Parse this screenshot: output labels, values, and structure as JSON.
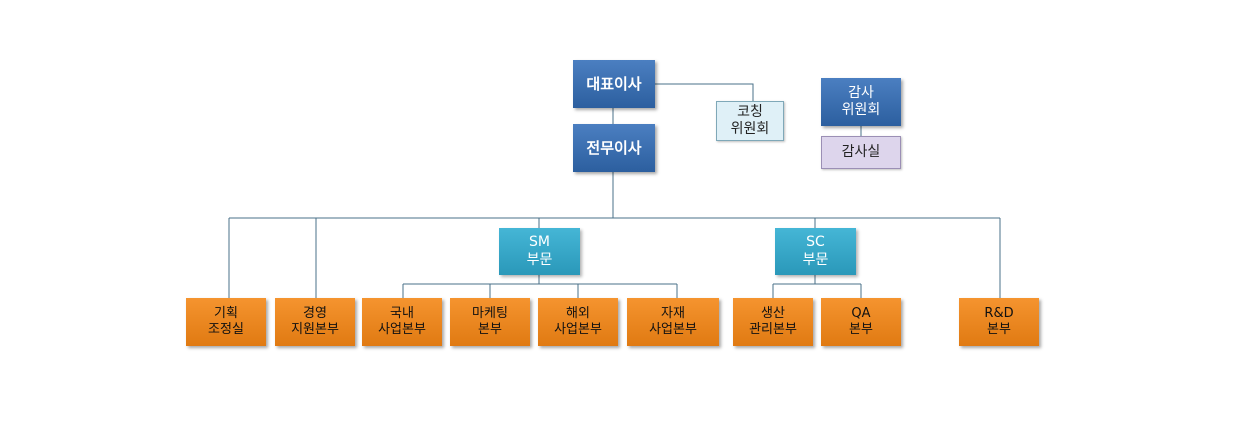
{
  "top": {
    "ceo": "대표이사",
    "coaching_committee": "코칭\n위원회",
    "audit_committee": "감사\n위원회",
    "audit_office": "감사실",
    "managing_director": "전무이사"
  },
  "divisions": {
    "sm": "SM\n부문",
    "sc": "SC\n부문"
  },
  "departments": {
    "planning": "기획\n조정실",
    "management": "경영\n지원본부",
    "domestic": "국내\n사업본부",
    "marketing": "마케팅\n본부",
    "overseas": "해외\n사업본부",
    "materials": "자재\n사업본부",
    "production": "생산\n관리본부",
    "qa": "QA\n본부",
    "rnd": "R&D\n본부"
  },
  "colors": {
    "executive": "#2c5f9f",
    "division": "#2a98b9",
    "department": "#e07a12",
    "committee_light": "#dff0f7",
    "audit_office": "#ddd5ec",
    "connector": "#4a7088"
  }
}
